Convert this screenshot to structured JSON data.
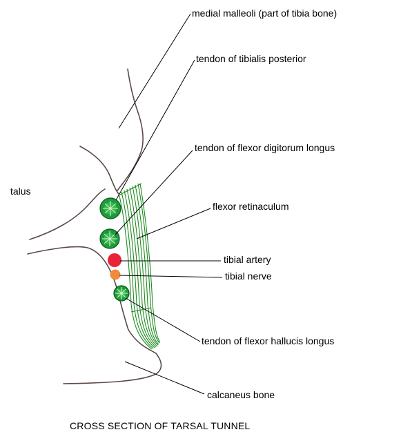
{
  "labels": {
    "medial_malleoli": "medial malleoli (part of tibia bone)",
    "tibialis_posterior": "tendon of tibialis posterior",
    "flexor_digitorum": "tendon of flexor digitorum longus",
    "flexor_retinaculum": "flexor retinaculum",
    "tibial_artery": "tibial artery",
    "tibial_nerve": "tibial nerve",
    "flexor_hallucis": "tendon of flexor hallucis longus",
    "calcaneus": "calcaneus bone",
    "talus": "talus"
  },
  "caption": "CROSS SECTION OF TARSAL TUNNEL",
  "colors": {
    "bone_outline": "#5a4a45",
    "retinaculum": "#2aa32a",
    "tendon": "#1f9a3a",
    "artery": "#e8243a",
    "nerve": "#f08a3c",
    "leader": "#000000"
  }
}
